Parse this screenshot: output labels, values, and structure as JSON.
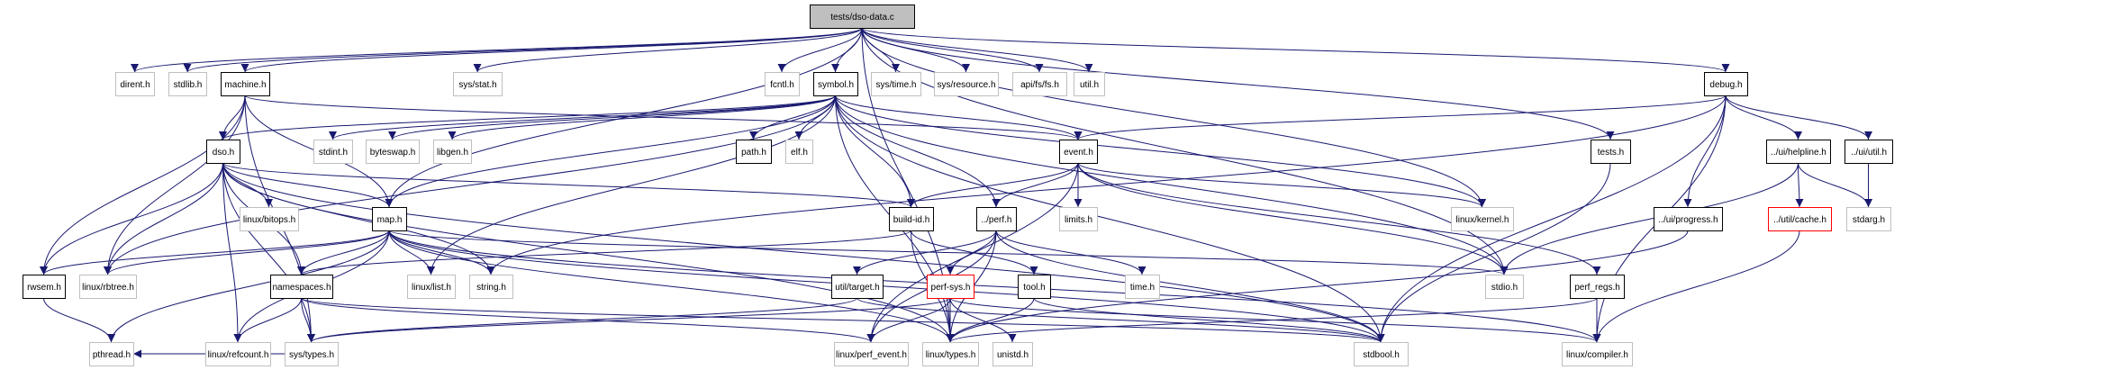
{
  "diagram": {
    "type": "include-dependency-graph",
    "root": "tests/dso-data.c",
    "colors": {
      "edge": "#191970",
      "root_fill": "#bfbfbf",
      "documented_border": "#000000",
      "external_border": "#bfbfbf",
      "incomplete_border": "#ff0000",
      "node_fill": "#ffffff"
    },
    "nodes": [
      {
        "id": "root",
        "label": "tests/dso-data.c",
        "kind": "root"
      },
      {
        "id": "dirent",
        "label": "dirent.h",
        "kind": "external"
      },
      {
        "id": "stdlib",
        "label": "stdlib.h",
        "kind": "external"
      },
      {
        "id": "machine",
        "label": "machine.h",
        "kind": "documented"
      },
      {
        "id": "sysstat",
        "label": "sys/stat.h",
        "kind": "external"
      },
      {
        "id": "fcntl",
        "label": "fcntl.h",
        "kind": "external"
      },
      {
        "id": "symbol",
        "label": "symbol.h",
        "kind": "documented"
      },
      {
        "id": "systime",
        "label": "sys/time.h",
        "kind": "external"
      },
      {
        "id": "sysresource",
        "label": "sys/resource.h",
        "kind": "external"
      },
      {
        "id": "apifs",
        "label": "api/fs/fs.h",
        "kind": "external"
      },
      {
        "id": "util",
        "label": "util.h",
        "kind": "external"
      },
      {
        "id": "debug",
        "label": "debug.h",
        "kind": "documented"
      },
      {
        "id": "dso",
        "label": "dso.h",
        "kind": "documented"
      },
      {
        "id": "stdint",
        "label": "stdint.h",
        "kind": "external"
      },
      {
        "id": "byteswap",
        "label": "byteswap.h",
        "kind": "external"
      },
      {
        "id": "libgen",
        "label": "libgen.h",
        "kind": "external"
      },
      {
        "id": "path",
        "label": "path.h",
        "kind": "documented"
      },
      {
        "id": "elf",
        "label": "elf.h",
        "kind": "external"
      },
      {
        "id": "event",
        "label": "event.h",
        "kind": "documented"
      },
      {
        "id": "tests",
        "label": "tests.h",
        "kind": "documented"
      },
      {
        "id": "helpline",
        "label": "../ui/helpline.h",
        "kind": "documented"
      },
      {
        "id": "uiutil",
        "label": "../ui/util.h",
        "kind": "documented"
      },
      {
        "id": "bitops",
        "label": "linux/bitops.h",
        "kind": "external"
      },
      {
        "id": "map",
        "label": "map.h",
        "kind": "documented"
      },
      {
        "id": "buildid",
        "label": "build-id.h",
        "kind": "documented"
      },
      {
        "id": "perf",
        "label": "../perf.h",
        "kind": "documented"
      },
      {
        "id": "limits",
        "label": "limits.h",
        "kind": "external"
      },
      {
        "id": "kernel",
        "label": "linux/kernel.h",
        "kind": "external"
      },
      {
        "id": "progress",
        "label": "../ui/progress.h",
        "kind": "documented"
      },
      {
        "id": "cache",
        "label": "../util/cache.h",
        "kind": "incomplete"
      },
      {
        "id": "stdarg",
        "label": "stdarg.h",
        "kind": "external"
      },
      {
        "id": "rwsem",
        "label": "rwsem.h",
        "kind": "documented"
      },
      {
        "id": "rbtree",
        "label": "linux/rbtree.h",
        "kind": "external"
      },
      {
        "id": "namespaces",
        "label": "namespaces.h",
        "kind": "documented"
      },
      {
        "id": "list",
        "label": "linux/list.h",
        "kind": "external"
      },
      {
        "id": "string",
        "label": "string.h",
        "kind": "external"
      },
      {
        "id": "target",
        "label": "util/target.h",
        "kind": "documented"
      },
      {
        "id": "perfsys",
        "label": "perf-sys.h",
        "kind": "incomplete"
      },
      {
        "id": "tool",
        "label": "tool.h",
        "kind": "documented"
      },
      {
        "id": "time",
        "label": "time.h",
        "kind": "external"
      },
      {
        "id": "stdio",
        "label": "stdio.h",
        "kind": "external"
      },
      {
        "id": "perfregs",
        "label": "perf_regs.h",
        "kind": "documented"
      },
      {
        "id": "pthread",
        "label": "pthread.h",
        "kind": "external"
      },
      {
        "id": "refcount",
        "label": "linux/refcount.h",
        "kind": "external"
      },
      {
        "id": "systypes",
        "label": "sys/types.h",
        "kind": "external"
      },
      {
        "id": "perfevent",
        "label": "linux/perf_event.h",
        "kind": "external"
      },
      {
        "id": "ltypes",
        "label": "linux/types.h",
        "kind": "external"
      },
      {
        "id": "unistd",
        "label": "unistd.h",
        "kind": "external"
      },
      {
        "id": "stdbool",
        "label": "stdbool.h",
        "kind": "external"
      },
      {
        "id": "compiler",
        "label": "linux/compiler.h",
        "kind": "external"
      }
    ],
    "edges": [
      [
        "root",
        "dirent"
      ],
      [
        "root",
        "stdlib"
      ],
      [
        "root",
        "machine"
      ],
      [
        "root",
        "sysstat"
      ],
      [
        "root",
        "fcntl"
      ],
      [
        "root",
        "symbol"
      ],
      [
        "root",
        "systime"
      ],
      [
        "root",
        "sysresource"
      ],
      [
        "root",
        "apifs"
      ],
      [
        "root",
        "util"
      ],
      [
        "root",
        "debug"
      ],
      [
        "root",
        "tests"
      ],
      [
        "root",
        "map"
      ],
      [
        "root",
        "stdio"
      ],
      [
        "root",
        "ltypes"
      ],
      [
        "root",
        "kernel"
      ],
      [
        "machine",
        "dso"
      ],
      [
        "machine",
        "map"
      ],
      [
        "machine",
        "rwsem"
      ],
      [
        "machine",
        "rbtree"
      ],
      [
        "machine",
        "event"
      ],
      [
        "machine",
        "systypes"
      ],
      [
        "symbol",
        "dso"
      ],
      [
        "symbol",
        "stdint"
      ],
      [
        "symbol",
        "byteswap"
      ],
      [
        "symbol",
        "libgen"
      ],
      [
        "symbol",
        "path"
      ],
      [
        "symbol",
        "elf"
      ],
      [
        "symbol",
        "event"
      ],
      [
        "symbol",
        "map"
      ],
      [
        "symbol",
        "buildid"
      ],
      [
        "symbol",
        "perf"
      ],
      [
        "symbol",
        "rbtree"
      ],
      [
        "symbol",
        "list"
      ],
      [
        "symbol",
        "stdio"
      ],
      [
        "symbol",
        "ltypes"
      ],
      [
        "symbol",
        "kernel"
      ],
      [
        "symbol",
        "stdbool"
      ],
      [
        "debug",
        "event"
      ],
      [
        "debug",
        "helpline"
      ],
      [
        "debug",
        "uiutil"
      ],
      [
        "debug",
        "progress"
      ],
      [
        "debug",
        "string"
      ],
      [
        "debug",
        "stdbool"
      ],
      [
        "debug",
        "compiler"
      ],
      [
        "dso",
        "bitops"
      ],
      [
        "dso",
        "map"
      ],
      [
        "dso",
        "buildid"
      ],
      [
        "dso",
        "namespaces"
      ],
      [
        "dso",
        "rwsem"
      ],
      [
        "dso",
        "rbtree"
      ],
      [
        "dso",
        "refcount"
      ],
      [
        "dso",
        "systypes"
      ],
      [
        "dso",
        "string"
      ],
      [
        "dso",
        "ltypes"
      ],
      [
        "dso",
        "stdbool"
      ],
      [
        "event",
        "buildid"
      ],
      [
        "event",
        "perf"
      ],
      [
        "event",
        "limits"
      ],
      [
        "event",
        "kernel"
      ],
      [
        "event",
        "stdio"
      ],
      [
        "event",
        "perfregs"
      ],
      [
        "event",
        "perfevent"
      ],
      [
        "map",
        "rbtree"
      ],
      [
        "map",
        "rwsem"
      ],
      [
        "map",
        "list"
      ],
      [
        "map",
        "string"
      ],
      [
        "map",
        "refcount"
      ],
      [
        "map",
        "pthread"
      ],
      [
        "map",
        "stdio"
      ],
      [
        "map",
        "ltypes"
      ],
      [
        "map",
        "stdbool"
      ],
      [
        "map",
        "compiler"
      ],
      [
        "map",
        "namespaces"
      ],
      [
        "buildid",
        "tool"
      ],
      [
        "buildid",
        "ltypes"
      ],
      [
        "buildid",
        "namespaces"
      ],
      [
        "perf",
        "perfsys"
      ],
      [
        "perf",
        "target"
      ],
      [
        "perf",
        "time"
      ],
      [
        "perf",
        "perfevent"
      ],
      [
        "perf",
        "ltypes"
      ],
      [
        "perf",
        "stdbool"
      ],
      [
        "helpline",
        "cache"
      ],
      [
        "helpline",
        "stdarg"
      ],
      [
        "helpline",
        "stdio"
      ],
      [
        "uiutil",
        "stdarg"
      ],
      [
        "progress",
        "ltypes"
      ],
      [
        "cache",
        "compiler"
      ],
      [
        "tests",
        "stdbool"
      ],
      [
        "rwsem",
        "pthread"
      ],
      [
        "namespaces",
        "refcount"
      ],
      [
        "namespaces",
        "systypes"
      ],
      [
        "namespaces",
        "perfevent"
      ],
      [
        "namespaces",
        "stdbool"
      ],
      [
        "target",
        "systypes"
      ],
      [
        "target",
        "stdbool"
      ],
      [
        "perfsys",
        "perfevent"
      ],
      [
        "perfsys",
        "ltypes"
      ],
      [
        "perfsys",
        "unistd"
      ],
      [
        "perfsys",
        "compiler"
      ],
      [
        "perfsys",
        "systypes"
      ],
      [
        "tool",
        "ltypes"
      ],
      [
        "tool",
        "stdbool"
      ],
      [
        "perfregs",
        "ltypes"
      ],
      [
        "perfregs",
        "compiler"
      ],
      [
        "systypes",
        "pthread"
      ]
    ]
  }
}
